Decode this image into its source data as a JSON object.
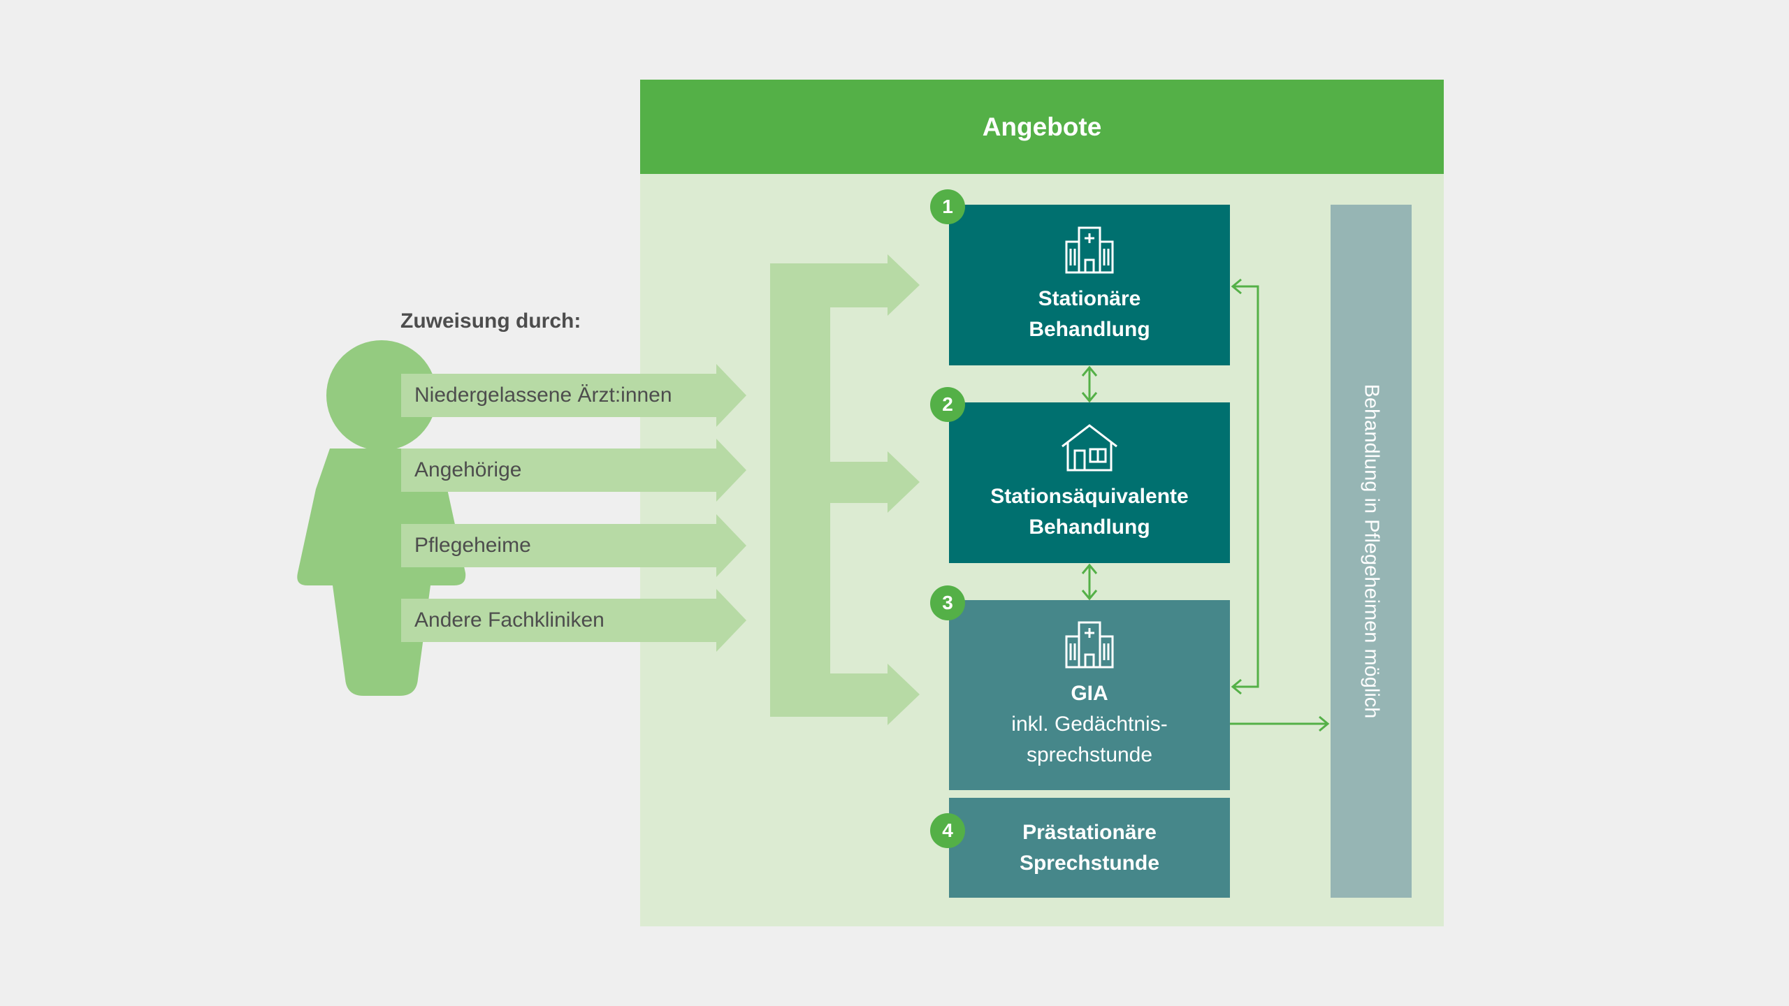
{
  "header": {
    "title": "Angebote"
  },
  "referral": {
    "title": "Zuweisung durch:",
    "sources": [
      "Niedergelassene Ärzt:innen",
      "Angehörige",
      "Pflegeheime",
      "Andere Fachkliniken"
    ]
  },
  "offers": [
    {
      "number": "1",
      "title_lines": [
        "Stationäre",
        "Behandlung"
      ],
      "note_lines": [],
      "icon": "hospital-icon"
    },
    {
      "number": "2",
      "title_lines": [
        "Stationsäquivalente",
        "Behandlung"
      ],
      "note_lines": [],
      "icon": "house-icon"
    },
    {
      "number": "3",
      "title_lines": [
        "GIA"
      ],
      "note_lines": [
        "inkl. Gedächtnis-",
        "sprechstunde"
      ],
      "icon": "hospital-icon"
    },
    {
      "number": "4",
      "title_lines": [
        "Prästationäre",
        "Sprechstunde"
      ],
      "note_lines": []
    }
  ],
  "side_bar": {
    "label": "Behandlung in Pflegeheimen möglich"
  },
  "colors": {
    "accent_green": "#54b047",
    "panel_bg": "#dcebd2",
    "light_green": "#b7daa5",
    "person": "#94cb80",
    "teal_dark": "#00706f",
    "teal_mid": "#46878a",
    "side_bar": "#96b5b4",
    "page_bg": "#efefef"
  }
}
